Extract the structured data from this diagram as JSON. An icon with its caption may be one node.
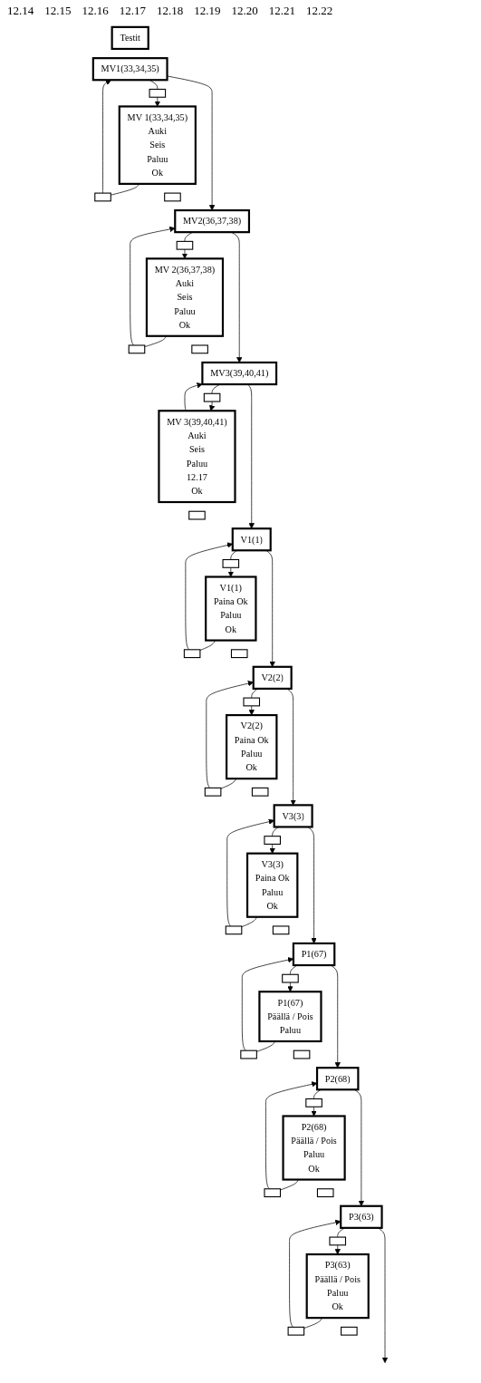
{
  "diagram": {
    "nodes": [
      {
        "text": [
          "Testit"
        ]
      },
      {
        "text": [
          "MV1(33,34,35)"
        ]
      },
      {
        "text": [],
        "shape": "box"
      },
      {
        "text": [
          "MV 1(33,34,35)",
          "Auki",
          "Seis",
          "Paluu",
          "Ok"
        ]
      },
      {
        "text": [],
        "shape": "box"
      },
      {
        "text": [],
        "shape": "box"
      },
      {
        "text": [
          "MV2(36,37,38)"
        ]
      },
      {
        "text": [],
        "shape": "box"
      },
      {
        "text": [
          "MV 2(36,37,38)",
          "Auki",
          "Seis",
          "Paluu",
          "Ok"
        ]
      },
      {
        "text": [],
        "shape": "box"
      },
      {
        "text": [],
        "shape": "box"
      },
      {
        "text": [
          "MV3(39,40,41)"
        ]
      },
      {
        "text": [],
        "shape": "box"
      },
      {
        "text": [
          "MV 3(39,40,41)",
          "Auki",
          "Seis",
          "Paluu",
          "12.17",
          "Ok"
        ]
      },
      {
        "text": [],
        "shape": "box"
      },
      {
        "text": [
          "V1(1)"
        ]
      },
      {
        "text": [],
        "shape": "box"
      },
      {
        "text": [
          "V1(1)",
          "Paina Ok",
          "Paluu",
          "Ok"
        ]
      },
      {
        "text": [],
        "shape": "box"
      },
      {
        "text": [],
        "shape": "box"
      },
      {
        "text": [
          "V2(2)"
        ]
      },
      {
        "text": [],
        "shape": "box"
      },
      {
        "text": [
          "V2(2)",
          "Paina Ok",
          "Paluu",
          "Ok"
        ]
      },
      {
        "text": [],
        "shape": "box"
      },
      {
        "text": [],
        "shape": "box"
      },
      {
        "text": [
          "V3(3)"
        ]
      },
      {
        "text": [],
        "shape": "box"
      },
      {
        "text": [
          "V3(3)",
          "Paina Ok",
          "Paluu",
          "Ok"
        ]
      },
      {
        "text": [],
        "shape": "box"
      },
      {
        "text": [],
        "shape": "box"
      },
      {
        "text": [
          "P1(67)"
        ]
      },
      {
        "text": [],
        "shape": "box"
      },
      {
        "text": [
          "P1(67)",
          "Päällä / Pois",
          "Paluu"
        ]
      },
      {
        "text": [],
        "shape": "box"
      },
      {
        "text": [],
        "shape": "box"
      },
      {
        "text": [
          "P2(68)"
        ]
      },
      {
        "text": [],
        "shape": "box"
      },
      {
        "text": [
          "P2(68)",
          "Päällä / Pois",
          "Paluu",
          "Ok"
        ]
      },
      {
        "text": [],
        "shape": "box"
      },
      {
        "text": [],
        "shape": "box"
      },
      {
        "text": [
          "P3(63)"
        ]
      },
      {
        "text": [],
        "shape": "box"
      },
      {
        "text": [
          "P3(63)",
          "Päällä / Pois",
          "Paluu",
          "Ok"
        ]
      },
      {
        "text": [],
        "shape": "box"
      },
      {
        "text": [],
        "shape": "box"
      }
    ],
    "edges": [
      {
        "from": 1,
        "to": 6,
        "arrow": "to"
      },
      {
        "from": 6,
        "to": 11,
        "arrow": "to"
      },
      {
        "from": 11,
        "to": 15,
        "arrow": "to"
      },
      {
        "from": 15,
        "to": 20,
        "arrow": "to"
      },
      {
        "from": 20,
        "to": 25,
        "arrow": "to"
      },
      {
        "from": 25,
        "to": 30,
        "arrow": "to"
      },
      {
        "from": 30,
        "to": 35,
        "arrow": "to"
      },
      {
        "from": 35,
        "to": 40,
        "arrow": "to"
      },
      {
        "from": 40,
        "to": null,
        "arrow": "to"
      },
      {
        "from": 1,
        "to": 2,
        "arrow": "none"
      },
      {
        "from": 2,
        "to": 3,
        "arrow": "to"
      },
      {
        "from": 3,
        "to": 4,
        "arrow": "none"
      },
      {
        "from": 4,
        "to": 1,
        "arrow": "to"
      },
      {
        "from": 6,
        "to": 7,
        "arrow": "none"
      },
      {
        "from": 7,
        "to": 8,
        "arrow": "to"
      },
      {
        "from": 8,
        "to": 9,
        "arrow": "none"
      },
      {
        "from": 9,
        "to": 6,
        "arrow": "to"
      },
      {
        "from": 11,
        "to": 12,
        "arrow": "none"
      },
      {
        "from": 12,
        "to": 13,
        "arrow": "to"
      },
      {
        "from": 13,
        "to": 11,
        "arrow": "to"
      },
      {
        "from": 15,
        "to": 16,
        "arrow": "none"
      },
      {
        "from": 16,
        "to": 17,
        "arrow": "to"
      },
      {
        "from": 17,
        "to": 18,
        "arrow": "none"
      },
      {
        "from": 18,
        "to": 15,
        "arrow": "to"
      },
      {
        "from": 20,
        "to": 21,
        "arrow": "none"
      },
      {
        "from": 21,
        "to": 22,
        "arrow": "to"
      },
      {
        "from": 22,
        "to": 23,
        "arrow": "none"
      },
      {
        "from": 23,
        "to": 20,
        "arrow": "to"
      },
      {
        "from": 25,
        "to": 26,
        "arrow": "none"
      },
      {
        "from": 26,
        "to": 27,
        "arrow": "to"
      },
      {
        "from": 27,
        "to": 28,
        "arrow": "none"
      },
      {
        "from": 28,
        "to": 25,
        "arrow": "to"
      },
      {
        "from": 30,
        "to": 31,
        "arrow": "none"
      },
      {
        "from": 31,
        "to": 32,
        "arrow": "to"
      },
      {
        "from": 32,
        "to": 33,
        "arrow": "none"
      },
      {
        "from": 33,
        "to": 30,
        "arrow": "to"
      },
      {
        "from": 35,
        "to": 36,
        "arrow": "none"
      },
      {
        "from": 36,
        "to": 37,
        "arrow": "to"
      },
      {
        "from": 37,
        "to": 38,
        "arrow": "none"
      },
      {
        "from": 38,
        "to": 35,
        "arrow": "to"
      },
      {
        "from": 40,
        "to": 41,
        "arrow": "none"
      },
      {
        "from": 41,
        "to": 42,
        "arrow": "to"
      },
      {
        "from": 42,
        "to": 43,
        "arrow": "none"
      },
      {
        "from": 43,
        "to": 40,
        "arrow": "to"
      }
    ],
    "labels": [
      "12.14",
      "12.15",
      "12.16",
      "12.17",
      "12.18",
      "12.19",
      "12.20",
      "12.21",
      "12.22"
    ]
  }
}
